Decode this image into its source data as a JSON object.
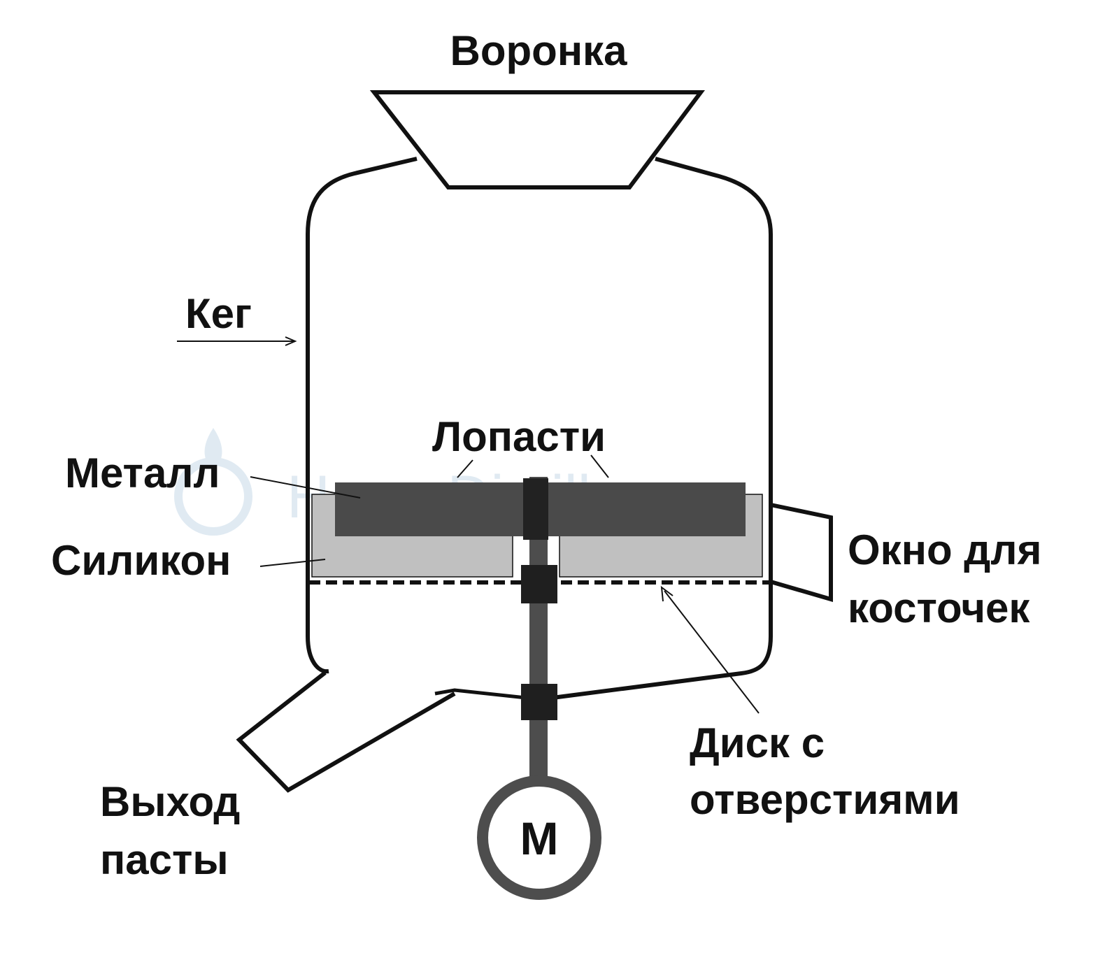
{
  "labels": {
    "funnel": "Воронка",
    "keg": "Кег",
    "blades": "Лопасти",
    "metal": "Металл",
    "silicone": "Силикон",
    "bone_window_line1": "Окно для",
    "bone_window_line2": "косточек",
    "disk_line1": "Диск с",
    "disk_line2": "отверстиями",
    "paste_out_line1": "Выход",
    "paste_out_line2": "пасты",
    "motor": "M"
  },
  "watermark": "HomeDistiller.ru",
  "colors": {
    "line": "#111111",
    "metal": "#4a4a4a",
    "silicone": "#c0c0c0",
    "shaft": "#4d4d4d",
    "clamp": "#222222",
    "watermark": "#dde8f1"
  }
}
